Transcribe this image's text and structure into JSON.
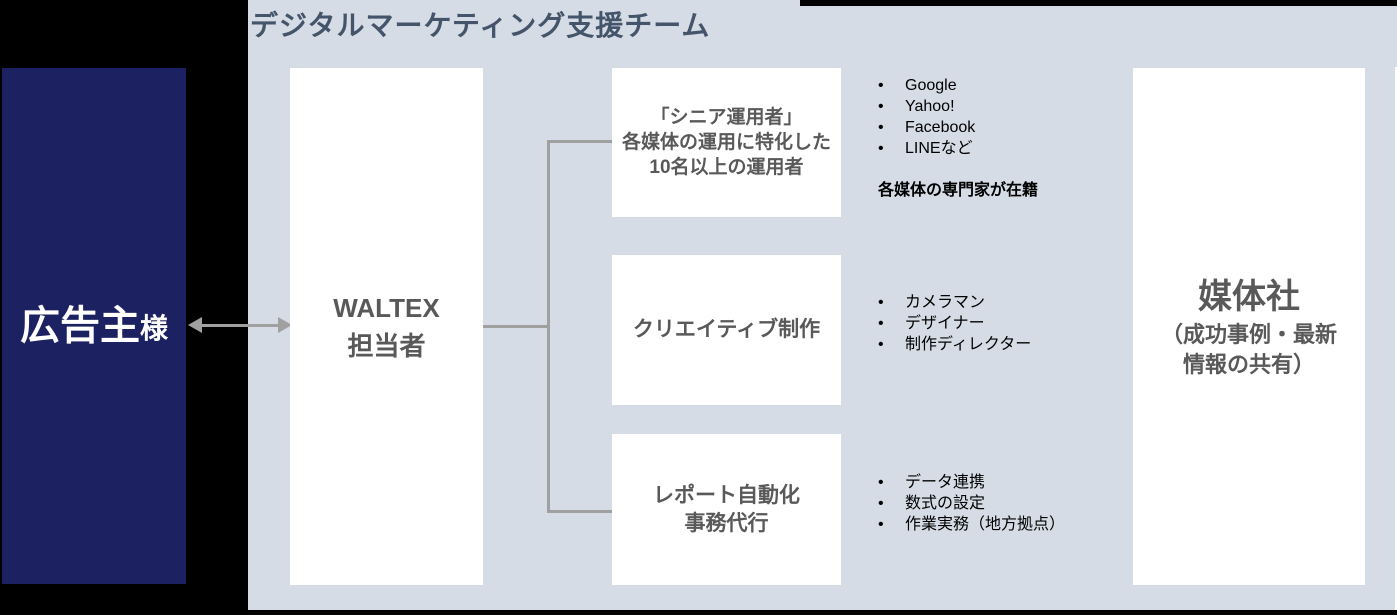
{
  "panel": {
    "title": "デジタルマーケティング支援チーム"
  },
  "advertiser": {
    "name": "広告主",
    "honorific": "様"
  },
  "waltex": {
    "line1": "WALTEX",
    "line2": "担当者"
  },
  "teams": [
    {
      "name_lines": [
        "「シニア運用者」",
        "各媒体の運用に特化した",
        "10名以上の運用者"
      ],
      "bullets": [
        "Google",
        "Yahoo!",
        "Facebook",
        "LINEなど"
      ],
      "note": "各媒体の専門家が在籍"
    },
    {
      "name_lines": [
        "クリエイティブ制作"
      ],
      "bullets": [
        "カメラマン",
        "デザイナー",
        "制作ディレクター"
      ]
    },
    {
      "name_lines": [
        "レポート自動化",
        "事務代行"
      ],
      "bullets": [
        "データ連携",
        "数式の設定",
        "作業実務（地方拠点）"
      ]
    }
  ],
  "media": {
    "line1": "媒体社",
    "line2": "（成功事例・最新",
    "line3": "情報の共有）"
  },
  "colors": {
    "outer_bg": "#000000",
    "panel_bg": "#D6DCE5",
    "advertiser_bg": "#1C2161",
    "title_text": "#44546A",
    "box_text": "#595959",
    "bullet_text": "#000000",
    "connector": "#A0A0A0",
    "box_bg": "#FFFFFF"
  }
}
